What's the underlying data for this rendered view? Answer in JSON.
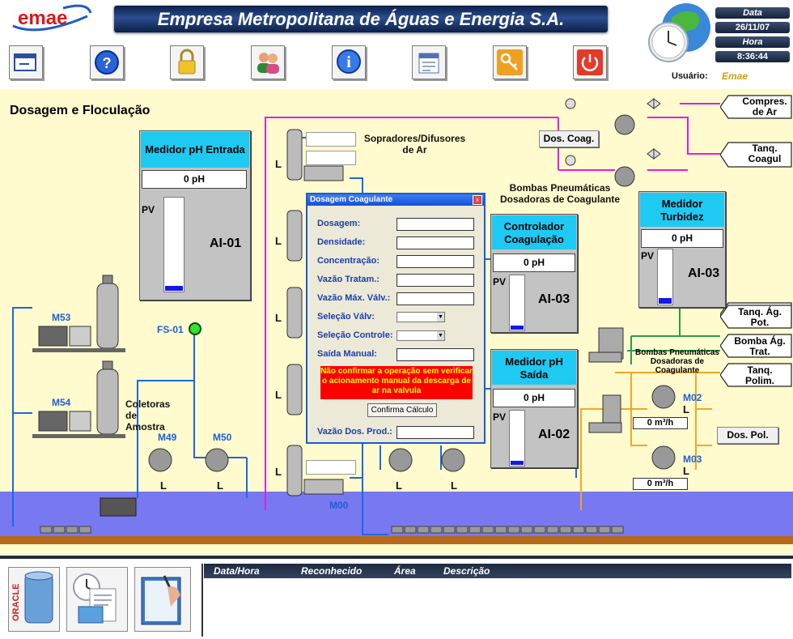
{
  "header": {
    "logo_text": "emae",
    "title": "Empresa Metropolitana de Águas e Energia S.A.",
    "date_label": "Data",
    "date_value": "26/11/07",
    "time_label": "Hora",
    "time_value": "8:36:44",
    "user_label": "Usuário:",
    "user_value": "Emae"
  },
  "toolbar": [
    {
      "name": "window-icon"
    },
    {
      "name": "help-icon"
    },
    {
      "name": "lock-icon"
    },
    {
      "name": "users-icon"
    },
    {
      "name": "info-icon"
    },
    {
      "name": "calendar-icon"
    },
    {
      "name": "key-icon"
    },
    {
      "name": "power-icon"
    }
  ],
  "screen": {
    "title": "Dosagem e Floculação",
    "sopradores_label": "Sopradores/Difusores de Ar",
    "bombas_coag_label": "Bombas Pneumáticas Dosadoras de Coagulante",
    "bombas_pol_label": "Bombas Pneumáticas Dosadoras de Coagulante",
    "coletoras_label": "Coletoras de Amostra",
    "dos_coag_btn": "Dos. Coag.",
    "dos_pol_btn": "Dos. Pol.",
    "motors": {
      "m53": "M53",
      "m54": "M54",
      "m49": "M49",
      "m50": "M50",
      "m00": "M00",
      "m02": "M02",
      "m03": "M03",
      "fs01": "FS-01"
    },
    "l_label": "L",
    "flow_m02": "0 m³/h",
    "flow_m03": "0 m³/h",
    "arrows": {
      "compres": "Compres. de Ar",
      "tanq_coagul": "Tanq. Coagul",
      "tanq_ag_pot": "Tanq. Ág. Pot.",
      "bomba_ag_trat": "Bomba Ág. Trat.",
      "tanq_polim": "Tanq. Polim."
    }
  },
  "panels": {
    "ph_entrada": {
      "title": "Medidor pH Entrada",
      "value": "0 pH",
      "pv": "PV",
      "tag": "AI-01",
      "level": 0.05
    },
    "coagulacao": {
      "title": "Controlador Coagulação",
      "value": "0 pH",
      "pv": "PV",
      "tag": "AI-03",
      "level": 0.08
    },
    "ph_saida": {
      "title": "Medidor pH Saída",
      "value": "0 pH",
      "pv": "PV",
      "tag": "AI-02",
      "level": 0.08
    },
    "turbidez": {
      "title": "Medidor Turbidez",
      "value": "0 pH",
      "pv": "PV",
      "tag": "AI-03",
      "level": 0.1
    }
  },
  "dialog": {
    "title": "Dosagem Coagulante",
    "close": "x",
    "fields": {
      "dosagem": "Dosagem:",
      "densidade": "Densidade:",
      "concentracao": "Concentração:",
      "vazao_tratam": "Vazão Tratam.:",
      "vazao_max": "Vazão Máx. Válv.:",
      "selecao_valv": "Seleção Válv:",
      "selecao_controle": "Seleção Controle:",
      "saida_manual": "Saída Manual:",
      "vazao_dos_prod": "Vazão Dos. Prod.:"
    },
    "warning": "Não confirmar a operação sem verificar o acionamento manual da descarga de ar na valvula",
    "confirm_button": "Confirma Cálculo"
  },
  "alarms": {
    "col_datahora": "Data/Hora",
    "col_reconhecido": "Reconhecido",
    "col_area": "Área",
    "col_descricao": "Descrição"
  },
  "bottom_icons": [
    {
      "name": "oracle-database-icon",
      "text": "ORACLE"
    },
    {
      "name": "reports-clock-icon"
    },
    {
      "name": "signature-icon"
    }
  ],
  "colors": {
    "background": "#fffbce",
    "water": "#7878f0",
    "pipe_blue": "#1e66e8",
    "pipe_magenta": "#e21ee2",
    "pipe_green": "#2f9a4c",
    "pipe_orange": "#f5a623",
    "panel_header": "#1ec9f2",
    "warning": "#ff0000"
  }
}
